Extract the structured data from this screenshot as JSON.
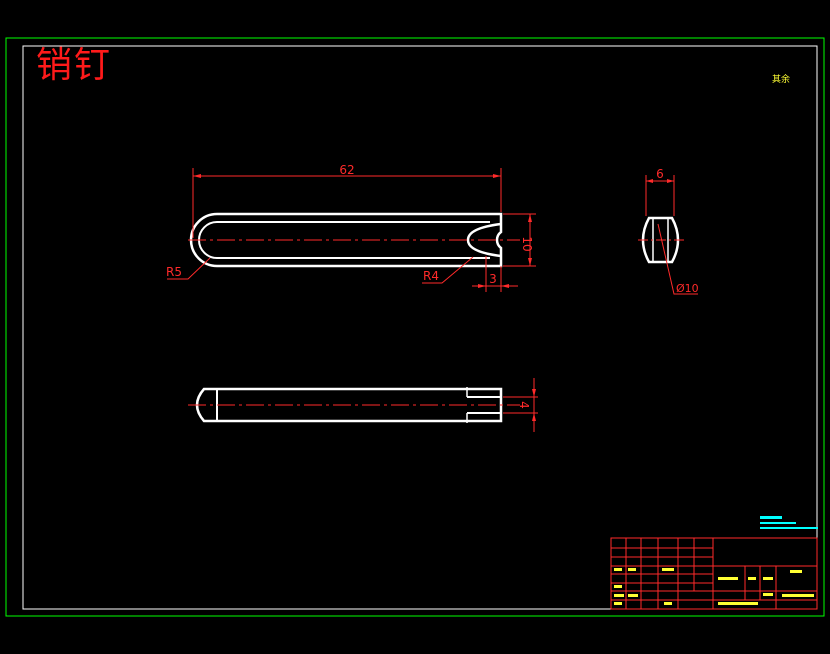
{
  "drawing": {
    "title": "销钉",
    "roughness_note": "其余",
    "colors": {
      "background": "#000000",
      "frame": "#00ff00",
      "outline": "#ffffff",
      "dimension": "#ff0000",
      "centerline": "#ff0000",
      "title_block": "#ff0000",
      "note_text": "#00ffff"
    }
  },
  "dimensions": {
    "length": "62",
    "end_radius": "R5",
    "slot_radius": "R4",
    "width": "10",
    "slot_depth": "3",
    "side_width": "6",
    "diameter": "Ø10",
    "slot_width": "4"
  }
}
